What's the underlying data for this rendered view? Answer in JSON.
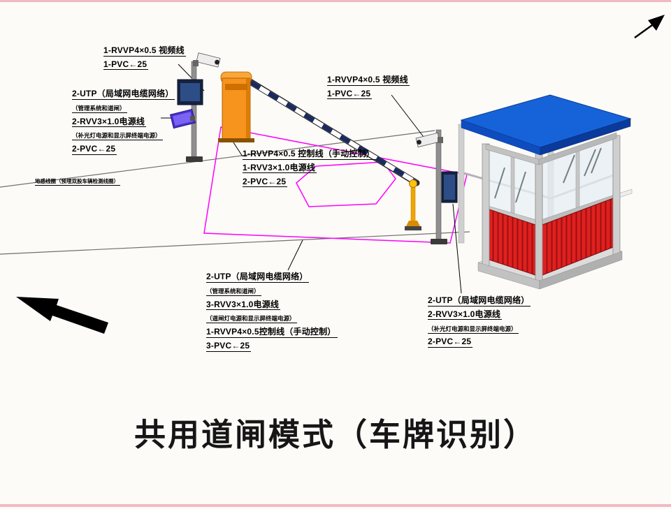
{
  "title": "共用道闸模式（车牌识别）",
  "labels": {
    "cam_left": {
      "l1": "1-RVVP4×0.5 视频线",
      "l2": "1-PVC←25"
    },
    "net_left": {
      "l1": "2-UTP（局域网电缆网络）",
      "l2": "（管理系统和道闸）",
      "l3": "2-RVV3×1.0电源线",
      "l4": "（补光灯电源和显示屏终端电源）",
      "l5": "2-PVC←25"
    },
    "ground_loop": {
      "l1": "地感线圈（预埋双股车辆检测线圈）"
    },
    "barrier": {
      "l1": "1-RVVP4×0.5 控制线（手动控制）",
      "l2": "1-RVV3×1.0电源线",
      "l3": "2-PVC←25"
    },
    "cam_right": {
      "l1": "1-RVVP4×0.5 视频线",
      "l2": "1-PVC←25"
    },
    "bottom": {
      "l1": "2-UTP（局域网电缆网络）",
      "l2": "（管理系统和道闸）",
      "l3": "3-RVV3×1.0电源线",
      "l4": "（道闸灯电源和显示屏终端电源）",
      "l5": "1-RVVP4×0.5控制线（手动控制）",
      "l6": "3-PVC←25"
    },
    "booth": {
      "l1": "2-UTP（局域网电缆网络）",
      "l2": "2-RVV3×1.0电源线",
      "l3": "（补光灯电源和显示屏终端电源）",
      "l4": "2-PVC←25"
    }
  },
  "colors": {
    "magenta": "#FF00FF",
    "roof_blue": "#1663D9",
    "wall_red": "#E02020",
    "barrier_orange": "#F7941D",
    "arm_navy": "#1A2A5E",
    "pink_edge": "#F3B9C2"
  }
}
